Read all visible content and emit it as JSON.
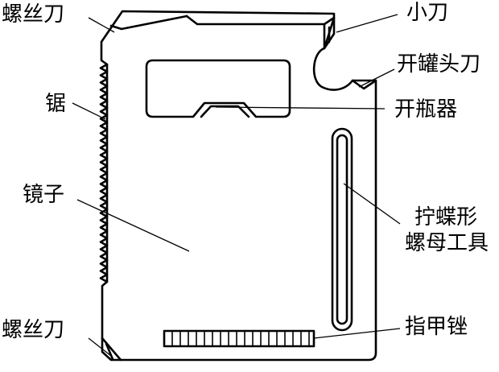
{
  "diagram": {
    "labels": {
      "screwdriver_top": "螺丝刀",
      "knife": "小刀",
      "can_opener": "开罐头刀",
      "saw": "锯",
      "bottle_opener": "开瓶器",
      "mirror": "镜子",
      "wing_nut_tool_line1": "拧蝶形",
      "wing_nut_tool_line2": "螺母工具",
      "screwdriver_bottom": "螺丝刀",
      "nail_file": "指甲锉"
    },
    "colors": {
      "stroke": "#000000",
      "background": "#ffffff"
    }
  }
}
